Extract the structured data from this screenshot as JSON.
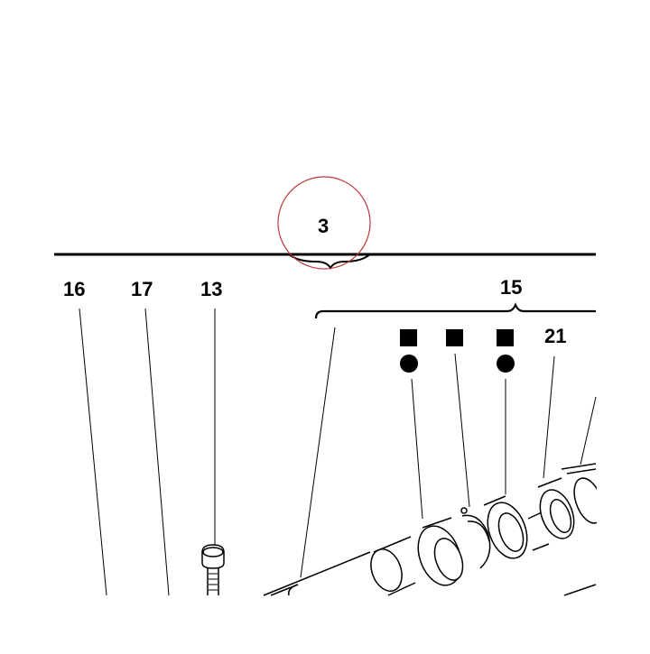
{
  "diagram": {
    "callouts": {
      "assembly": "3",
      "part_16": "16",
      "part_17": "17",
      "part_13": "13",
      "part_15": "15",
      "part_21": "21"
    },
    "symbols": [
      "square-marker",
      "circle-marker"
    ],
    "colors": {
      "ink": "#000000",
      "highlight_circle": "#c0393b",
      "background": "#ffffff"
    }
  }
}
